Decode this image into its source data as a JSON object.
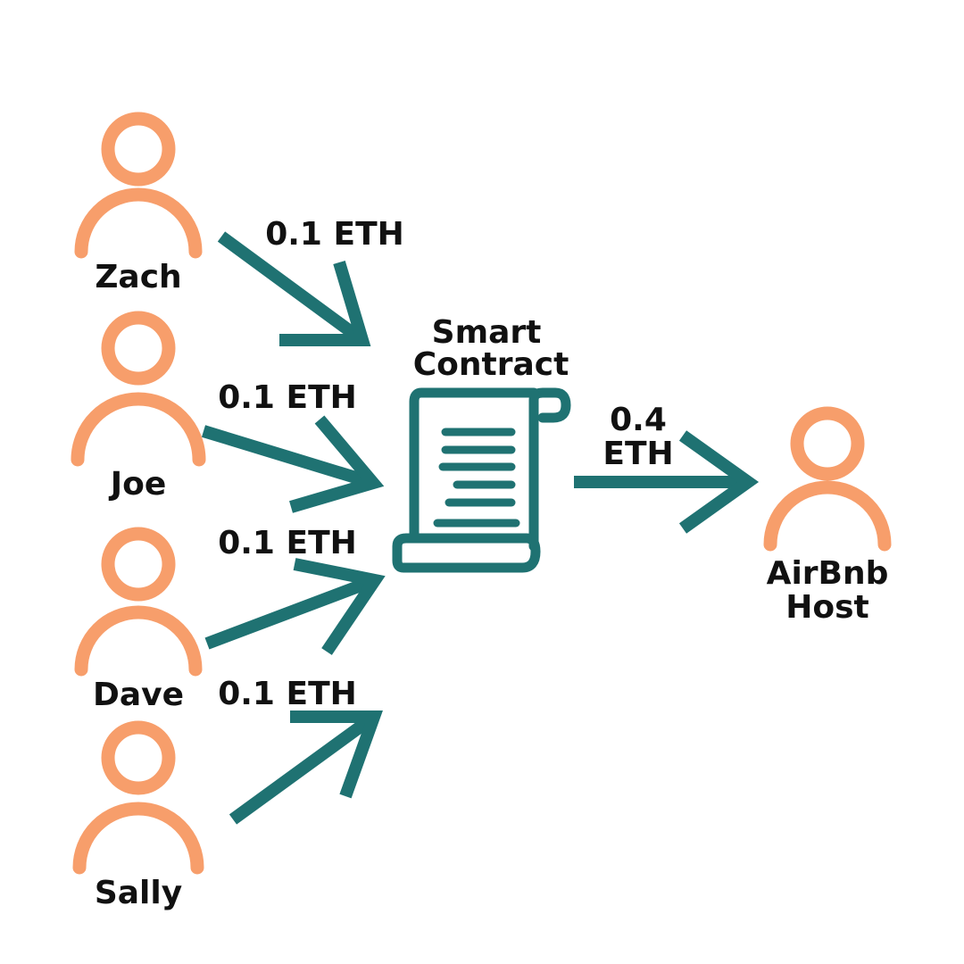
{
  "people": [
    {
      "id": "zach",
      "name": "Zach"
    },
    {
      "id": "joe",
      "name": "Joe"
    },
    {
      "id": "dave",
      "name": "Dave"
    },
    {
      "id": "sally",
      "name": "Sally"
    }
  ],
  "payments": [
    {
      "from": "zach",
      "amount": "0.1 ETH"
    },
    {
      "from": "joe",
      "amount": "0.1 ETH"
    },
    {
      "from": "dave",
      "amount": "0.1 ETH"
    },
    {
      "from": "sally",
      "amount": "0.1 ETH"
    }
  ],
  "contract": {
    "line1": "Smart",
    "line2": "Contract"
  },
  "payout": {
    "line1": "0.4",
    "line2": "ETH"
  },
  "host": {
    "line1": "AirBnb",
    "line2": "Host"
  },
  "colors": {
    "person": "#f79e6b",
    "arrow": "#1f7272",
    "text": "#111111"
  }
}
